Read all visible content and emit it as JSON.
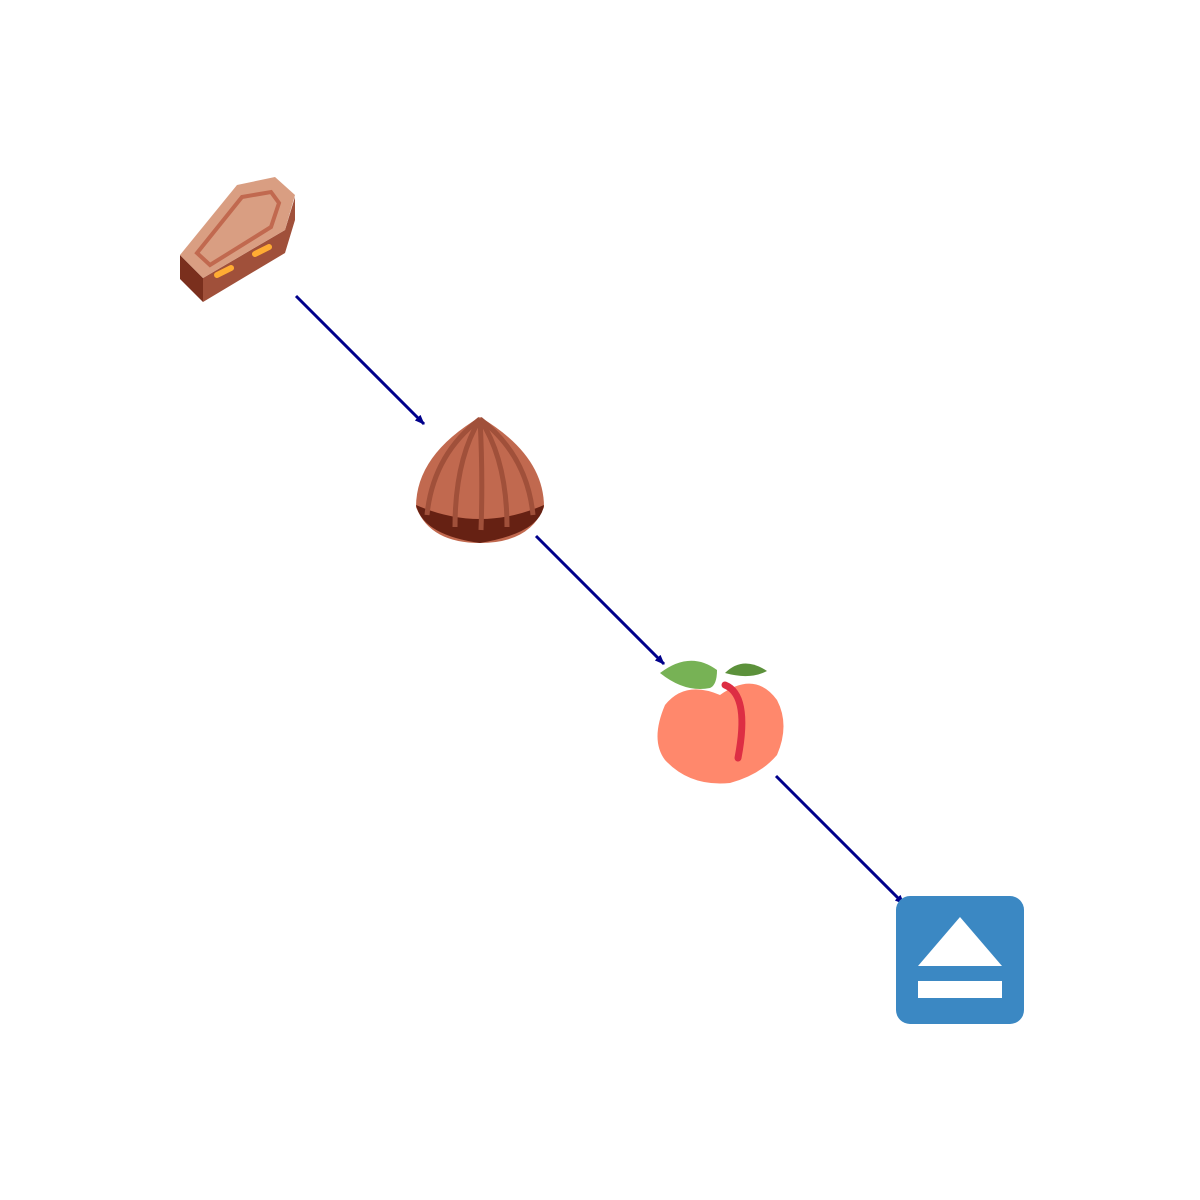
{
  "diagram": {
    "nodes": [
      {
        "id": "coffin",
        "icon": "coffin-icon"
      },
      {
        "id": "chestnut",
        "icon": "chestnut-icon"
      },
      {
        "id": "peach",
        "icon": "peach-icon"
      },
      {
        "id": "eject",
        "icon": "eject-button-icon"
      }
    ],
    "edges": [
      {
        "from": "coffin",
        "to": "chestnut"
      },
      {
        "from": "chestnut",
        "to": "peach"
      },
      {
        "from": "peach",
        "to": "eject"
      }
    ],
    "colors": {
      "arrow": "#00008b",
      "coffin_light": "#d99e82",
      "coffin_dark": "#a0503a",
      "chestnut": "#c1694f",
      "peach": "#ff886c",
      "leaf": "#77b255",
      "eject_bg": "#3b88c3"
    }
  }
}
